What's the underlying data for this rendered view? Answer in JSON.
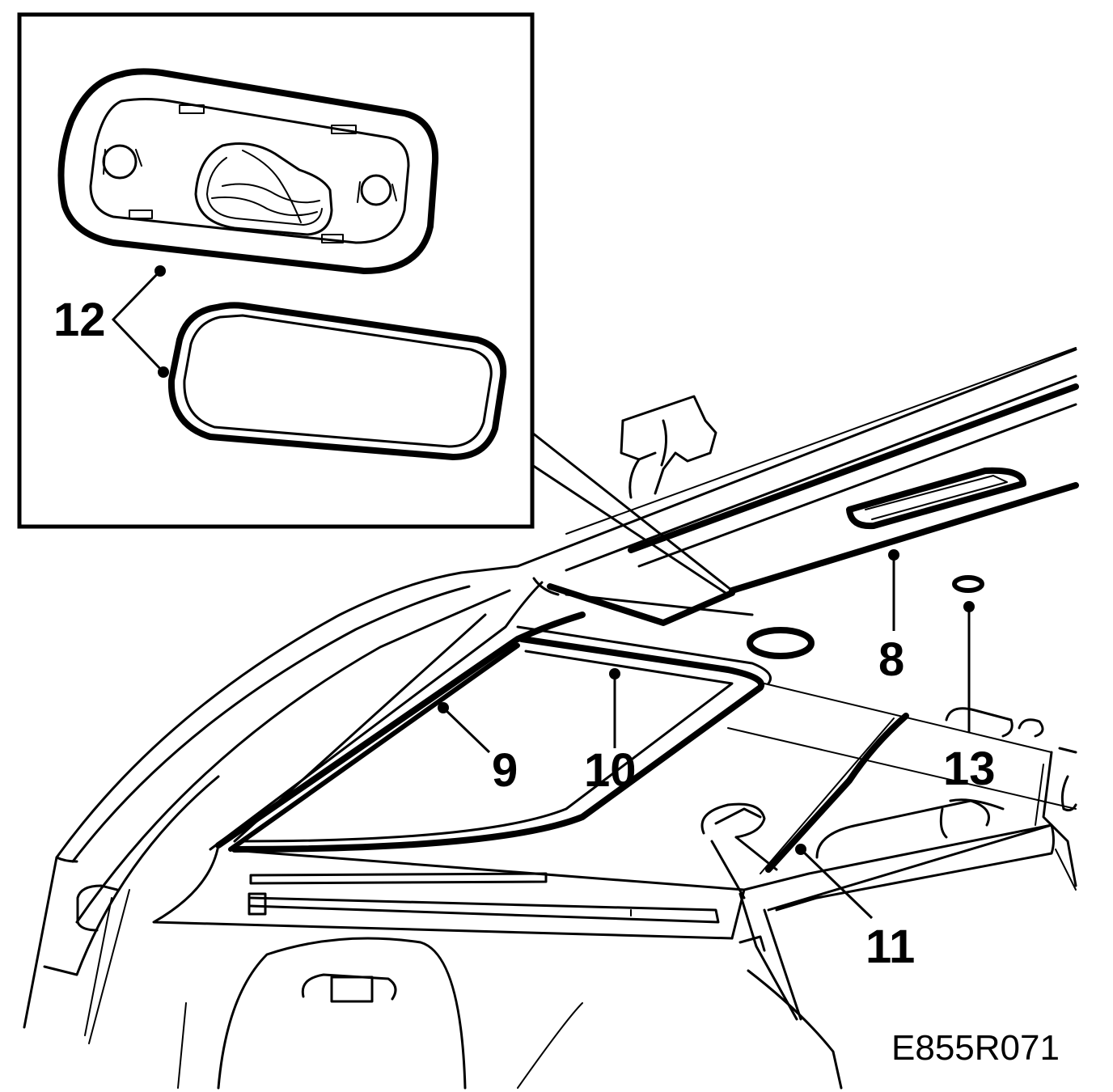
{
  "diagram": {
    "reference_code": "E855R071",
    "callouts": {
      "c8": "8",
      "c9": "9",
      "c10": "10",
      "c11": "11",
      "c12": "12",
      "c13": "13"
    }
  }
}
